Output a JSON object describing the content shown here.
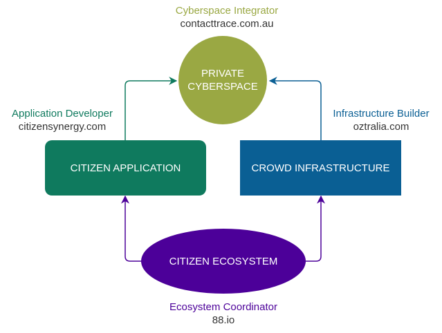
{
  "colors": {
    "olive": "#9aa843",
    "teal": "#0f7a5e",
    "blue": "#0a5f94",
    "purple": "#4c0099",
    "text_gray": "#333333"
  },
  "nodes": {
    "cyberspace": {
      "line1": "PRIVATE",
      "line2": "CYBERSPACE"
    },
    "citizen_app": {
      "label": "CITIZEN APPLICATION"
    },
    "crowd_infra": {
      "label": "CROWD INFRASTRUCTURE"
    },
    "ecosystem": {
      "label": "CITIZEN ECOSYSTEM"
    }
  },
  "roles": {
    "integrator": {
      "title": "Cyberspace Integrator",
      "site": "contacttrace.com.au"
    },
    "developer": {
      "title": "Application Developer",
      "site": "citizensynergy.com"
    },
    "builder": {
      "title": "Infrastructure Builder",
      "site": "oztralia.com"
    },
    "coordinator": {
      "title": "Ecosystem Coordinator",
      "site": "88.io"
    }
  }
}
